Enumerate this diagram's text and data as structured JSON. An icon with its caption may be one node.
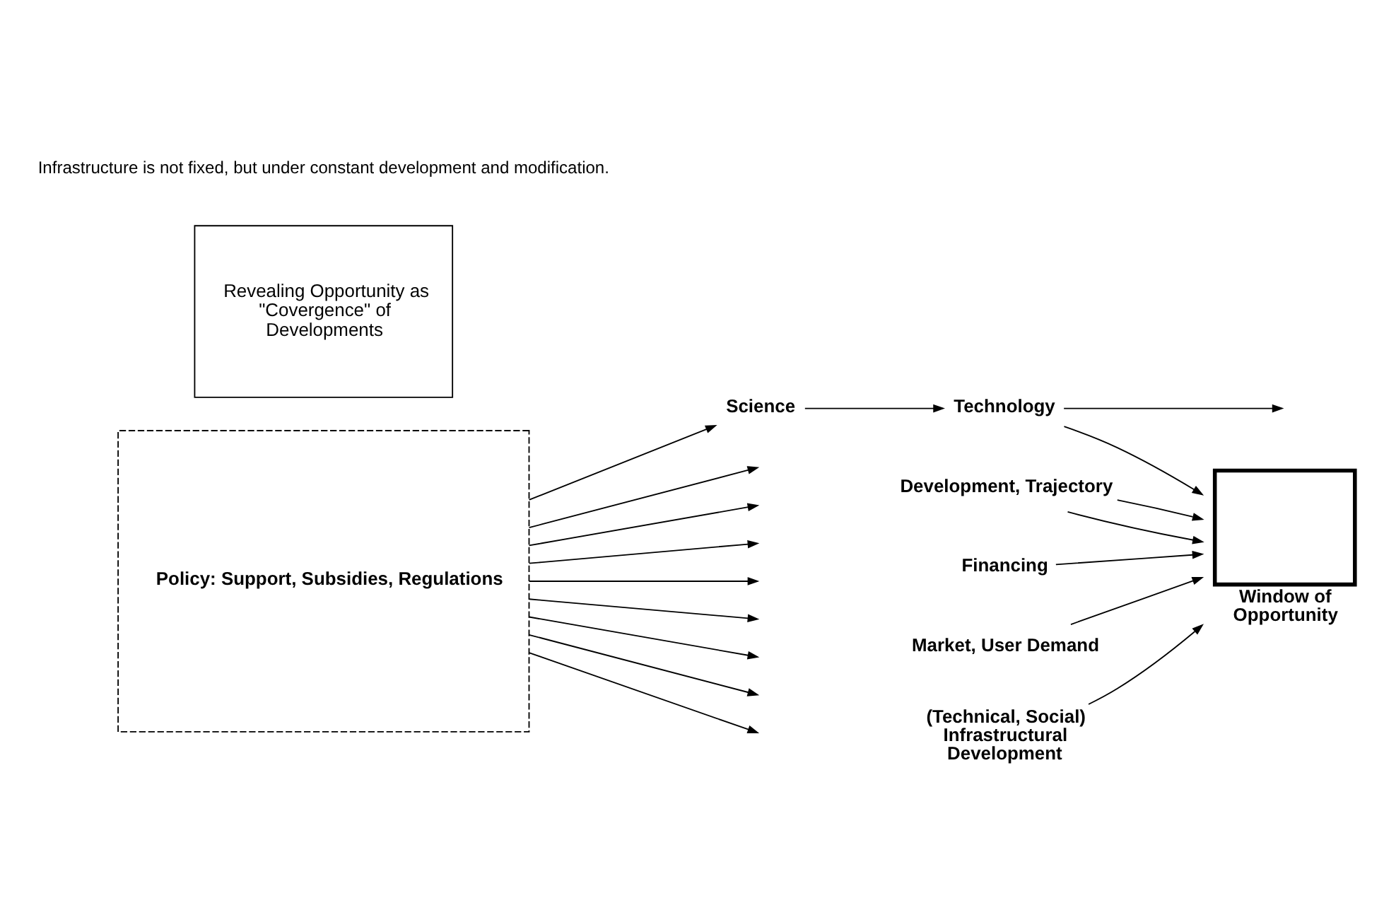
{
  "diagram": {
    "nodes": [
      {
        "text": [
          "Policy: Support, Subsidies, Regulations"
        ]
      },
      {
        "text": [
          "Science"
        ]
      },
      {
        "text": [
          "Technology"
        ]
      },
      {
        "text": [
          "Development, Trajectory"
        ]
      },
      {
        "text": [
          "Financing"
        ]
      },
      {
        "text": [
          "Market, User Demand"
        ]
      },
      {
        "text": [
          "(Technical, Social) Infrastructural Development"
        ]
      },
      {
        "text": [
          "Revealing Opportunity as \"Covergence\" of Developments"
        ]
      },
      {
        "text": [
          "Window of Opportunity"
        ]
      }
    ],
    "edges": [
      {
        "from": 0,
        "to": 1,
        "arrow": "to"
      },
      {
        "from": 1,
        "to": 2,
        "arrow": "to"
      },
      {
        "from": 0,
        "to": null,
        "arrow": "to"
      },
      {
        "from": 0,
        "to": null,
        "arrow": "to"
      },
      {
        "from": 0,
        "to": null,
        "arrow": "to"
      },
      {
        "from": 0,
        "to": null,
        "arrow": "to"
      },
      {
        "from": 0,
        "to": null,
        "arrow": "to"
      },
      {
        "from": 0,
        "to": null,
        "arrow": "to"
      },
      {
        "from": 0,
        "to": null,
        "arrow": "to"
      },
      {
        "from": 0,
        "to": null,
        "arrow": "to"
      },
      {
        "from": 2,
        "to": null,
        "arrow": "to"
      },
      {
        "from": 2,
        "to": 8,
        "arrow": "to"
      },
      {
        "from": 3,
        "to": 8,
        "arrow": "to"
      },
      {
        "from": 3,
        "to": 8,
        "arrow": "to"
      },
      {
        "from": 4,
        "to": 8,
        "arrow": "to"
      },
      {
        "from": 5,
        "to": 8,
        "arrow": "to"
      },
      {
        "from": 6,
        "to": 8,
        "arrow": "to"
      }
    ],
    "labels": [
      "Infrastructure is not fixed, but under constant development and modification."
    ]
  }
}
